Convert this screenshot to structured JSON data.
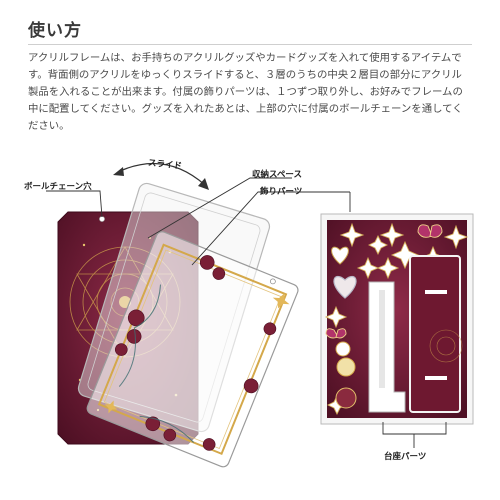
{
  "heading": "使い方",
  "description_lines": [
    "アクリルフレームは、お手持ちのアクリルグッズやカードグッズを入れて使用するアイテムで",
    "す。背面側のアクリルをゆっくりスライドすると、３層のうちの中央２層目の部分にアクリル",
    "製品を入れることが出来ます。付属の飾りパーツは、１つずつ取り外し、お好みでフレームの",
    "中に配置してください。グッズを入れたあとは、上部の穴に付属のボールチェーンを通してく",
    "ださい。"
  ],
  "diagram_labels": {
    "slide": "スライド",
    "ball_chain_hole": "ボールチェーン穴",
    "storage_space": "収納スペース",
    "decoration_parts": "飾りパーツ",
    "stand_parts": "台座パーツ"
  },
  "colors": {
    "frame_wine": "#6b1a33",
    "gold": "#d4a84a",
    "rose": "#7a1f36"
  }
}
